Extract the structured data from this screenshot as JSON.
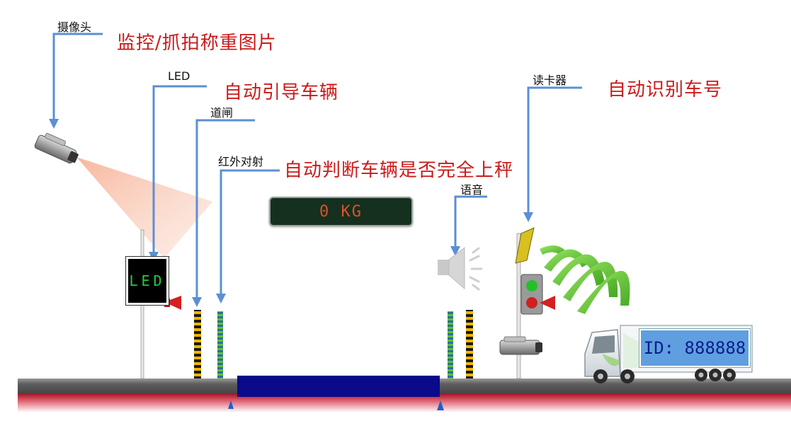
{
  "labels": {
    "camera": "摄像头",
    "led": "LED",
    "gate": "道闸",
    "infrared": "红外对射",
    "voice": "语音",
    "card_reader": "读卡器"
  },
  "functions": {
    "camera": "监控/抓拍称重图片",
    "led": "自动引导车辆",
    "infrared": "自动判断车辆是否完全上秤",
    "card_reader": "自动识别车号"
  },
  "weight_display": "0 KG",
  "led_screen_text": "LED",
  "truck_id": "ID: 888888",
  "colors": {
    "function_text": "#cc1a1a",
    "leader_line": "#5b8fd6",
    "scale_platform": "#0a0a8a",
    "road": "#6b6b6b",
    "road_red": "#c0243a",
    "display_text": "#e0502a",
    "led_text": "#1fcf3a"
  }
}
